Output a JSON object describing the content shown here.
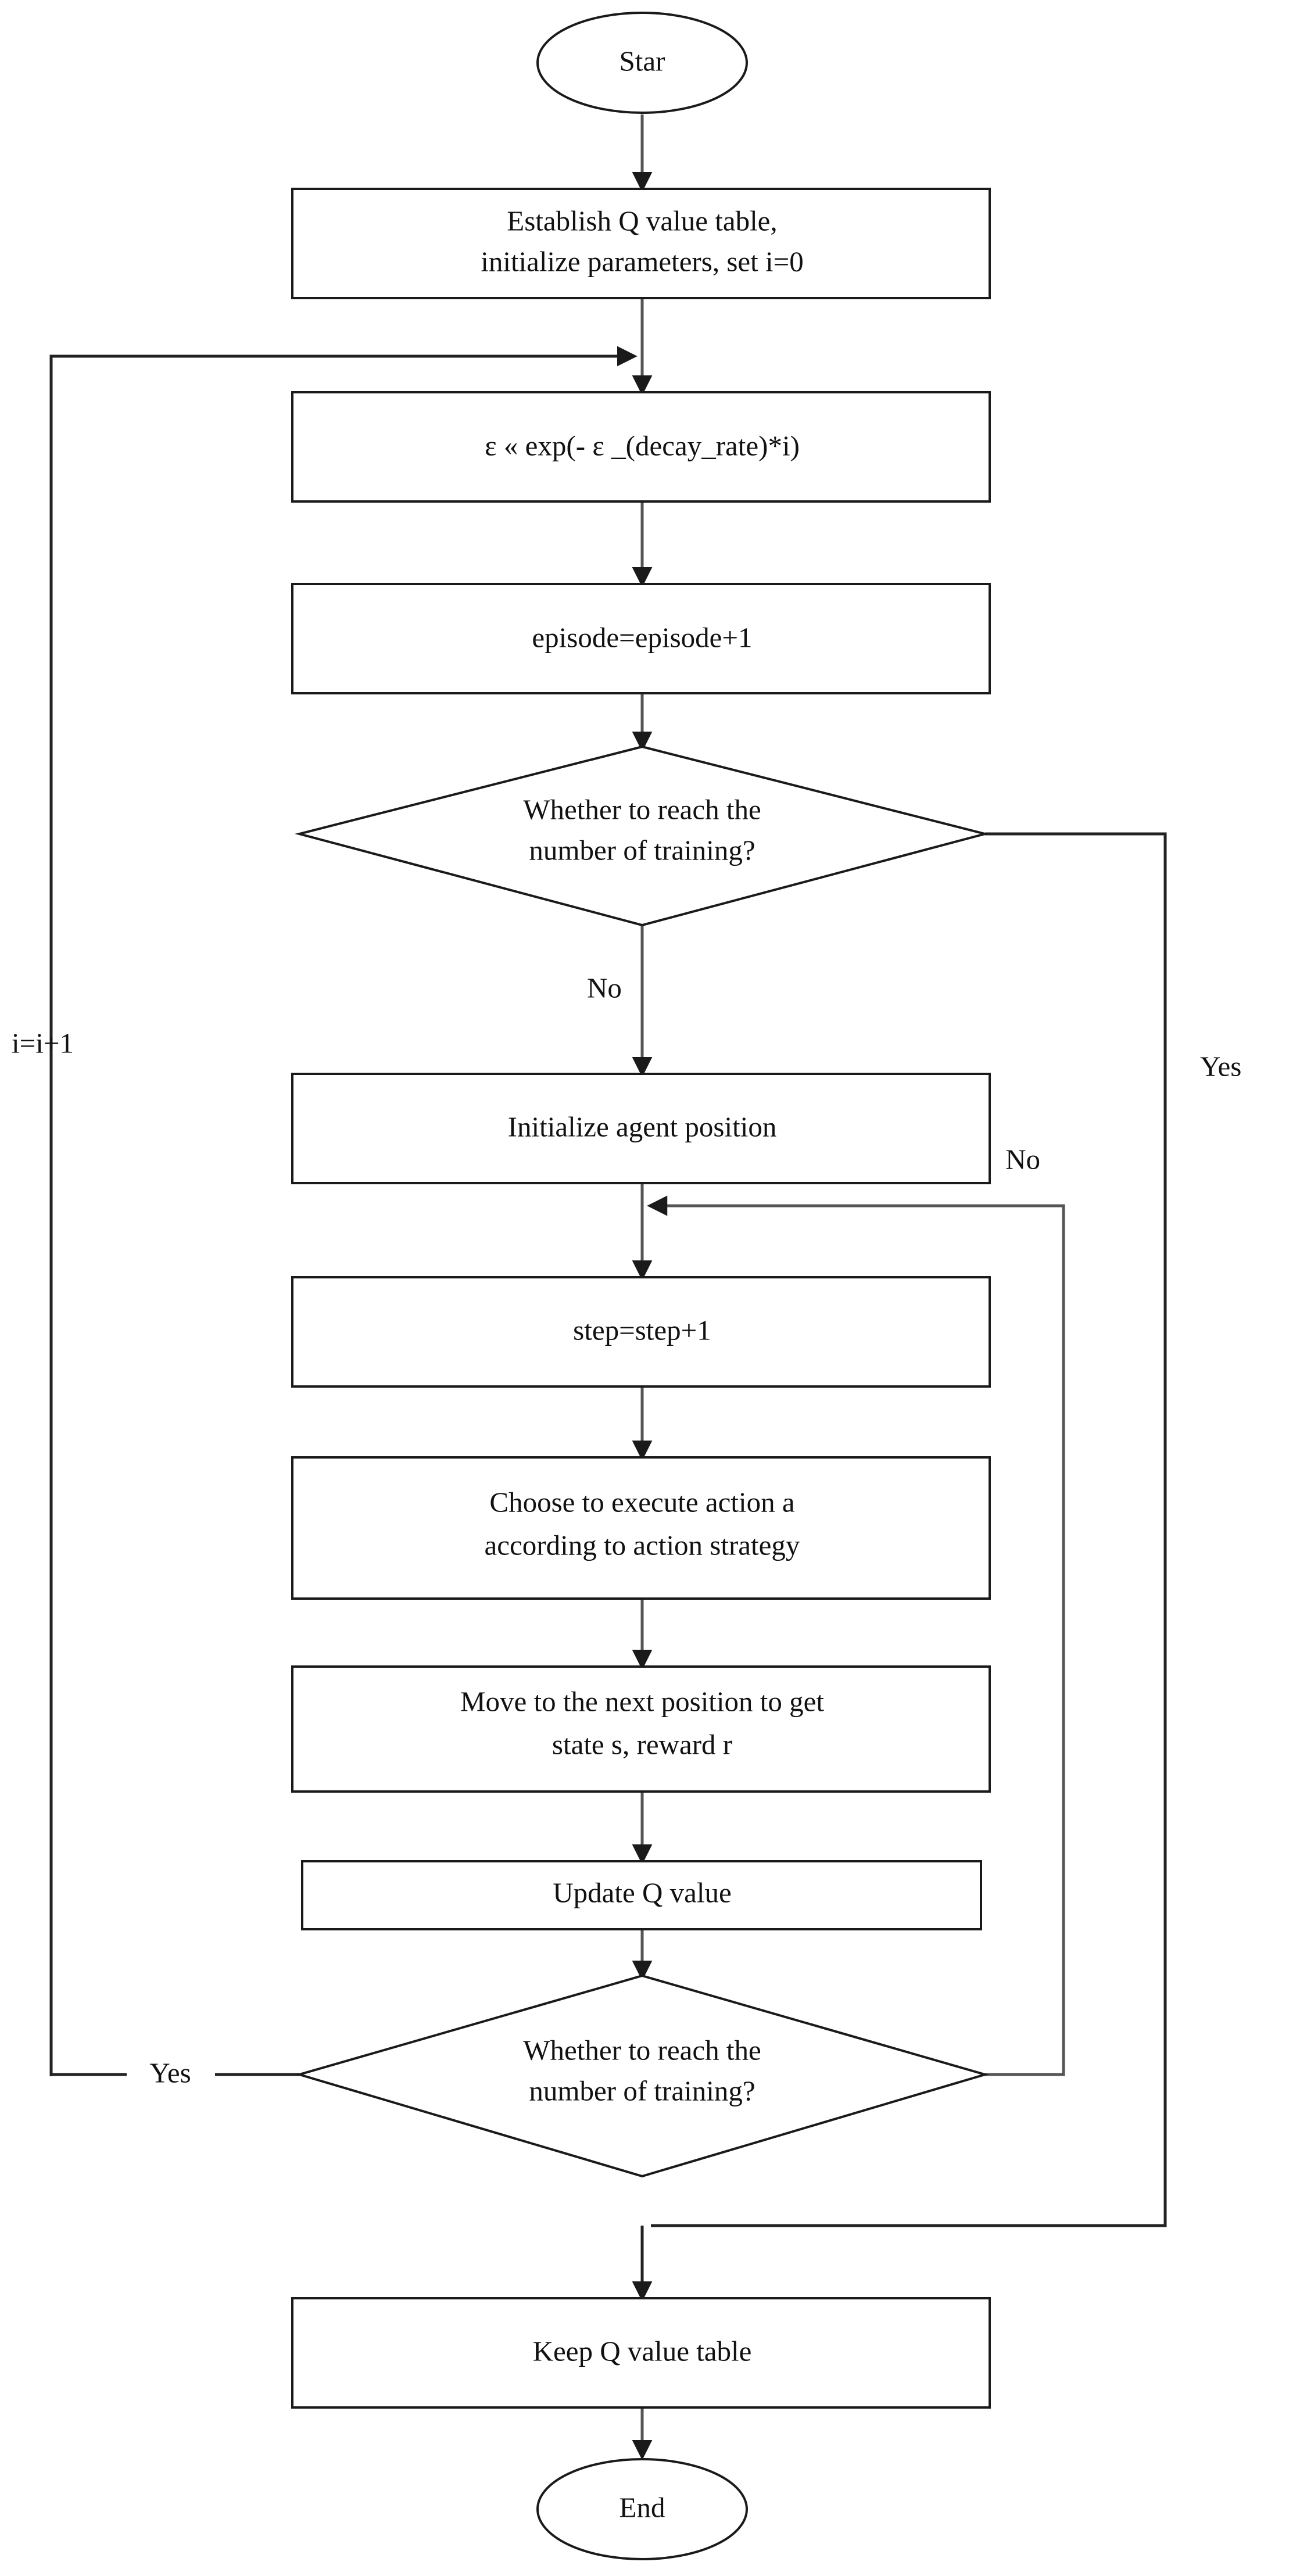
{
  "diagram": {
    "title": "Q-learning training flowchart",
    "colors": {
      "shape_stroke": "#1a1a1a",
      "edge_stroke": "#555555",
      "background": "#ffffff",
      "text": "#111111"
    },
    "nodes": {
      "start": {
        "label": "Star",
        "type": "terminator"
      },
      "establish": {
        "line1": "Establish Q value table,",
        "line2": "initialize parameters, set i=0",
        "type": "process"
      },
      "epsilon": {
        "label": "ε  « exp(- ε _(decay_rate)*i)",
        "type": "process"
      },
      "episode": {
        "label": "episode=episode+1",
        "type": "process"
      },
      "decision_outer": {
        "line1": "Whether to reach the",
        "line2": "number of training?",
        "type": "decision"
      },
      "init_agent": {
        "label": "Initialize agent position",
        "type": "process"
      },
      "step": {
        "label": "step=step+1",
        "type": "process"
      },
      "choose_action": {
        "line1": "Choose to execute action a",
        "line2": "according to action strategy",
        "type": "process"
      },
      "move": {
        "line1": "Move to the next position to get",
        "line2": "state s, reward r",
        "type": "process"
      },
      "update_q": {
        "label": "Update Q value",
        "type": "process"
      },
      "decision_inner": {
        "line1": "Whether to reach the",
        "line2": "number of training?",
        "type": "decision"
      },
      "keep_q": {
        "label": "Keep Q value table",
        "type": "process"
      },
      "end": {
        "label": "End",
        "type": "terminator"
      }
    },
    "edge_labels": {
      "outer_no": "No",
      "outer_yes": "Yes",
      "inner_no": "No",
      "inner_yes": "Yes",
      "loop_counter": "i=i+1"
    }
  }
}
